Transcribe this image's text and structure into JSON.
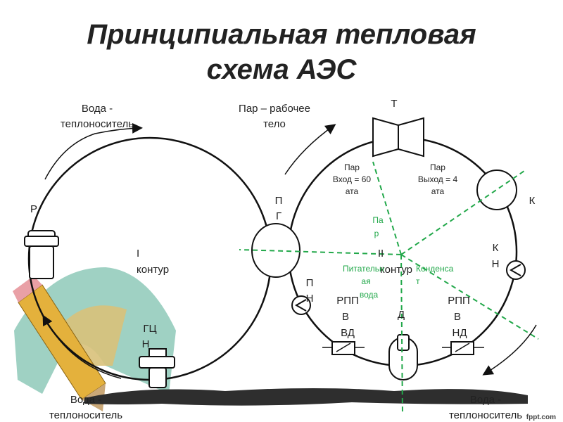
{
  "title": {
    "line1": "Принципиальная тепловая",
    "line2": "схема АЭС"
  },
  "labels": {
    "water_top_l1": "Вода -",
    "water_top_l2": "теплоноситель",
    "steam_top_l1": "Пар – рабочее",
    "steam_top_l2": "тело",
    "turbine": "Т",
    "steam_in_l1": "Пар",
    "steam_in_l2": "Вход = 60",
    "steam_in_l3": "ата",
    "steam_out_l1": "Пар",
    "steam_out_l2": "Выход = 4",
    "steam_out_l3": "ата",
    "condenser": "К",
    "reactor": "Р",
    "pg_l1": "П",
    "pg_l2": "Г",
    "contour1_l1": "I",
    "contour1_l2": "контур",
    "contour2_l1": "II",
    "contour2_l2": "контур",
    "gcn_l1": "ГЦ",
    "gcn_l2": "Н",
    "kn_l1": "К",
    "kn_l2": "Н",
    "pn_l1": "П",
    "pn_l2": "Н",
    "rppvd_l1": "РПП",
    "rppvd_l2": "В",
    "rppvd_l3": "ВД",
    "rppnd_l1": "РПП",
    "rppnd_l2": "В",
    "rppnd_l3": "НД",
    "deaerator": "Д",
    "green_steam_l1": "Па",
    "green_steam_l2": "р",
    "green_feed_l1": "Питательн",
    "green_feed_l2": "ая",
    "green_feed_l3": "вода",
    "green_cond_l1": "Конденса",
    "green_cond_l2": "т",
    "water_bl_l1": "Вода -",
    "water_bl_l2": "теплоноситель",
    "water_br_l1": "Вода -",
    "water_br_l2": "теплоноситель",
    "watermark": "fppt.com"
  },
  "colors": {
    "line": "#111111",
    "green": "#22a84a",
    "pencil": "#e4b13c",
    "ruler": "#8ec9b8"
  }
}
